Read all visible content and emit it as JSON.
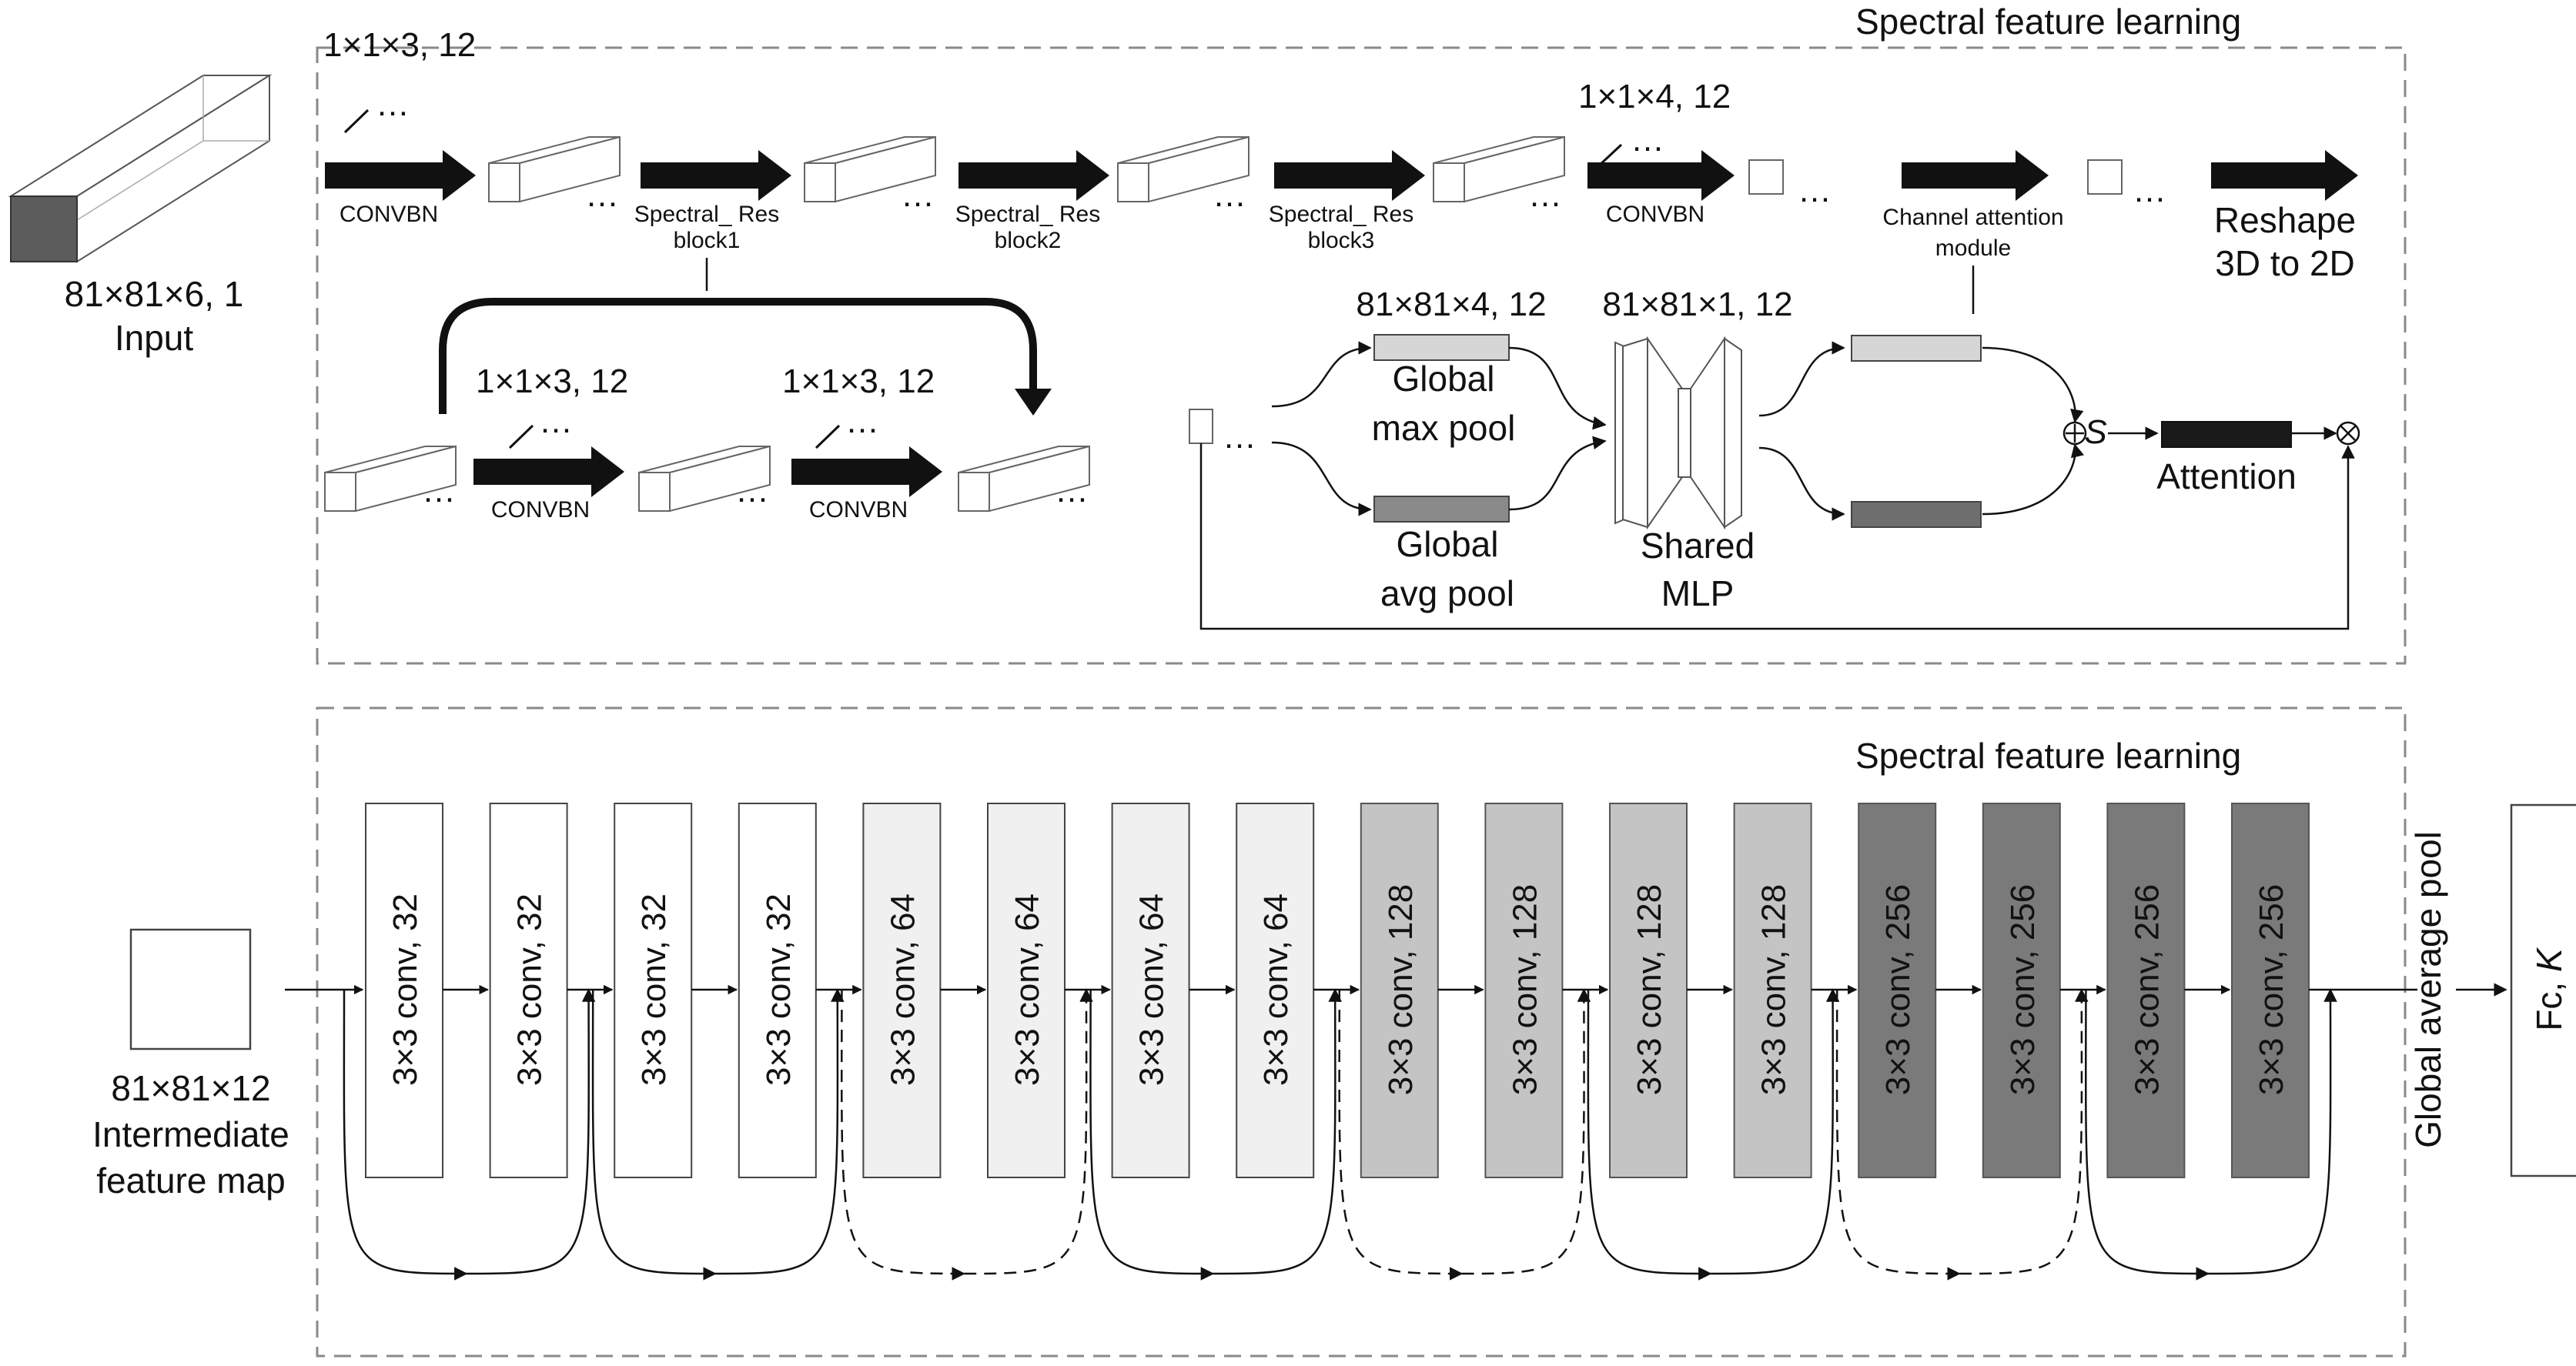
{
  "top_panel": {
    "title": "Spectral feature learning",
    "input": {
      "dims": "81×81×6, 1",
      "label": "Input"
    },
    "conv1": {
      "params": "1×1×3, 12",
      "label": "CONVBN"
    },
    "res_blocks": [
      {
        "line1": "Spectral_ Res",
        "line2": "block1"
      },
      {
        "line1": "Spectral_ Res",
        "line2": "block2"
      },
      {
        "line1": "Spectral_ Res",
        "line2": "block3"
      }
    ],
    "conv2": {
      "params": "1×1×4, 12",
      "label": "CONVBN"
    },
    "channel_attention": {
      "line1": "Channel attention",
      "line2": "module"
    },
    "reshape": {
      "line1": "Reshape",
      "line2": "3D to 2D"
    },
    "res_detail": {
      "conv_a": {
        "params": "1×1×3, 12",
        "label": "CONVBN"
      },
      "conv_b": {
        "params": "1×1×3, 12",
        "label": "CONVBN"
      }
    },
    "attention_detail": {
      "pool_dims": "81×81×4, 12",
      "mlp_dims": "81×81×1, 12",
      "max_pool": {
        "line1": "Global",
        "line2": "max pool"
      },
      "avg_pool": {
        "line1": "Global",
        "line2": "avg pool"
      },
      "mlp": {
        "line1": "Shared",
        "line2": "MLP"
      },
      "attention": "Attention",
      "plus_symbol": "⊕",
      "sigmoid_symbol": "S",
      "times_symbol": "⊗"
    },
    "ellipsis": "…"
  },
  "bottom_panel": {
    "title": "Spectral feature learning",
    "input": {
      "dims": "81×81×12",
      "line1": "Intermediate",
      "line2": "feature map"
    },
    "conv_blocks": [
      {
        "label": "3×3 conv, 32",
        "stage": 0
      },
      {
        "label": "3×3 conv, 32",
        "stage": 0
      },
      {
        "label": "3×3 conv, 32",
        "stage": 0
      },
      {
        "label": "3×3 conv, 32",
        "stage": 0
      },
      {
        "label": "3×3 conv, 64",
        "stage": 1
      },
      {
        "label": "3×3 conv, 64",
        "stage": 1
      },
      {
        "label": "3×3 conv, 64",
        "stage": 1
      },
      {
        "label": "3×3 conv, 64",
        "stage": 1
      },
      {
        "label": "3×3 conv, 128",
        "stage": 2
      },
      {
        "label": "3×3 conv, 128",
        "stage": 2
      },
      {
        "label": "3×3 conv, 128",
        "stage": 2
      },
      {
        "label": "3×3 conv, 128",
        "stage": 2
      },
      {
        "label": "3×3 conv, 256",
        "stage": 3
      },
      {
        "label": "3×3 conv, 256",
        "stage": 3
      },
      {
        "label": "3×3 conv, 256",
        "stage": 3
      },
      {
        "label": "3×3 conv, 256",
        "stage": 3
      }
    ],
    "stage_colors": [
      "#ffffff",
      "#f0f0f0",
      "#c4c4c4",
      "#7a7a7a"
    ],
    "skip_connections": [
      {
        "style": "solid"
      },
      {
        "style": "solid"
      },
      {
        "style": "dashed"
      },
      {
        "style": "solid"
      },
      {
        "style": "dashed"
      },
      {
        "style": "solid"
      },
      {
        "style": "dashed"
      },
      {
        "style": "solid"
      }
    ],
    "global_pool": "Global average pool",
    "fc": {
      "text": "Fc, ",
      "k": "K"
    }
  }
}
